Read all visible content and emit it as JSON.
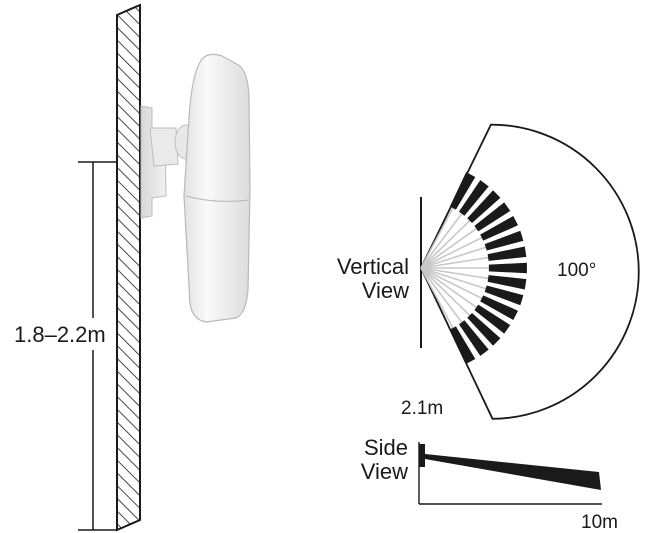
{
  "labels": {
    "mount_height": "1.8–2.2m",
    "vertical_view_line1": "Vertical",
    "vertical_view_line2": "View",
    "angle": "100°",
    "sensor_height": "2.1m",
    "side_view_line1": "Side",
    "side_view_line2": "View",
    "range": "10m"
  },
  "icons": {
    "wall": "hatched-wall",
    "sensor": "pir-sensor-device",
    "vertical_pattern": "fan-detection-pattern",
    "side_pattern": "wedge-detection-pattern"
  },
  "colors": {
    "ink": "#1a1a1a",
    "light_ray": "#c8c8c8",
    "device_body": "#f4f4f4"
  }
}
